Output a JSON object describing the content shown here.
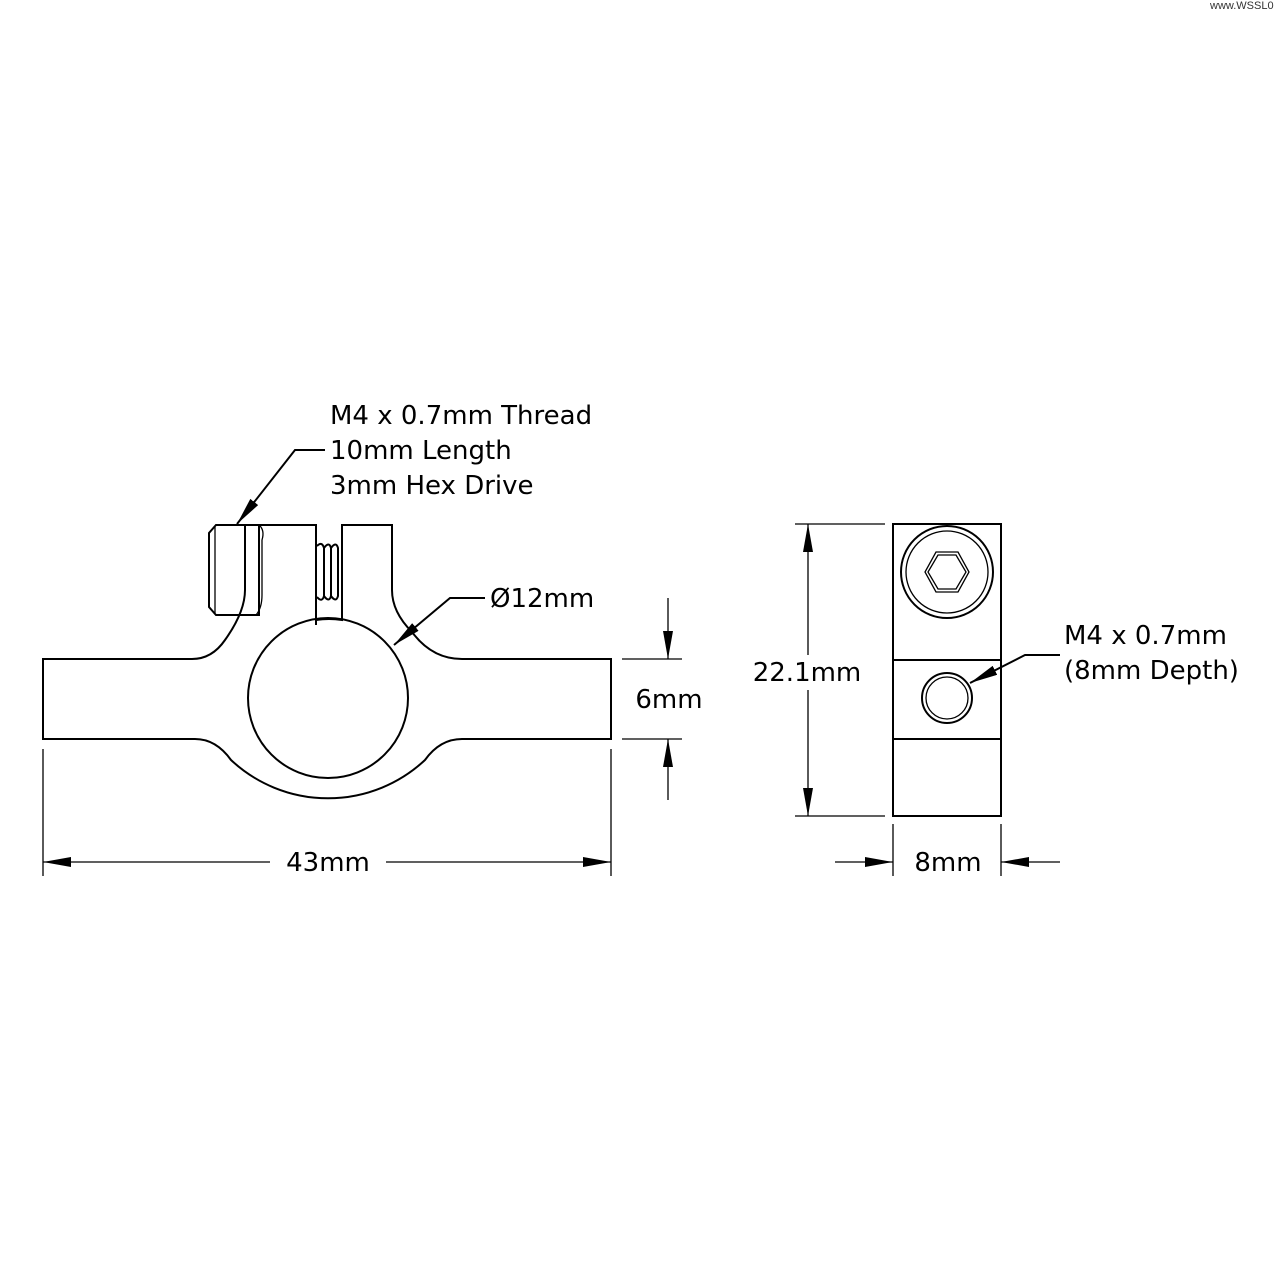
{
  "watermark": "www.WSSL0",
  "front_view": {
    "screw_callout": [
      "M4 x 0.7mm Thread",
      "10mm Length",
      "3mm Hex Drive"
    ],
    "bore_label": "Ø12mm",
    "thickness_label": "6mm",
    "length_label": "43mm"
  },
  "side_view": {
    "height_label": "22.1mm",
    "width_label": "8mm",
    "hole_callout": [
      "M4 x 0.7mm",
      "(8mm Depth)"
    ]
  },
  "colors": {
    "line": "#000000",
    "background": "#ffffff"
  }
}
